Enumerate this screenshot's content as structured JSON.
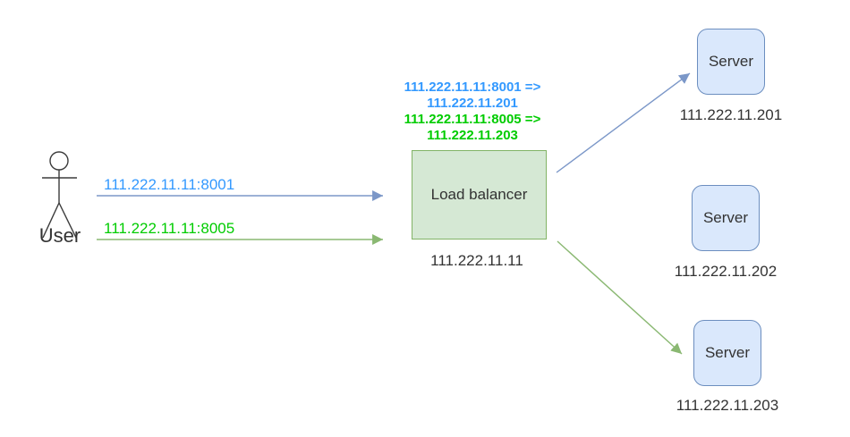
{
  "diagram": {
    "title_semantic": "load-balancer-architecture",
    "user": {
      "label": "User"
    },
    "requests": [
      {
        "label": "111.222.11.11:8001",
        "color": "#3399ff"
      },
      {
        "label": "111.222.11.11:8005",
        "color": "#00cc00"
      }
    ],
    "load_balancer": {
      "label": "Load balancer",
      "ip": "111.222.11.11",
      "fill": "#d5e8d4",
      "stroke": "#82b366"
    },
    "mappings": [
      {
        "from": "111.222.11.11:8001 =>",
        "to": "111.222.11.201",
        "color": "#3399ff"
      },
      {
        "from": "111.222.11.11:8005 =>",
        "to": "111.222.11.203",
        "color": "#00cc00"
      }
    ],
    "servers": [
      {
        "label": "Server",
        "ip": "111.222.11.201",
        "fill": "#dae8fc",
        "stroke": "#6c8ebf"
      },
      {
        "label": "Server",
        "ip": "111.222.11.202",
        "fill": "#dae8fc",
        "stroke": "#6c8ebf"
      },
      {
        "label": "Server",
        "ip": "111.222.11.203",
        "fill": "#dae8fc",
        "stroke": "#6c8ebf"
      }
    ],
    "edges": {
      "blue_line_color": "#7b97c8",
      "green_line_color": "#8ab872"
    }
  }
}
